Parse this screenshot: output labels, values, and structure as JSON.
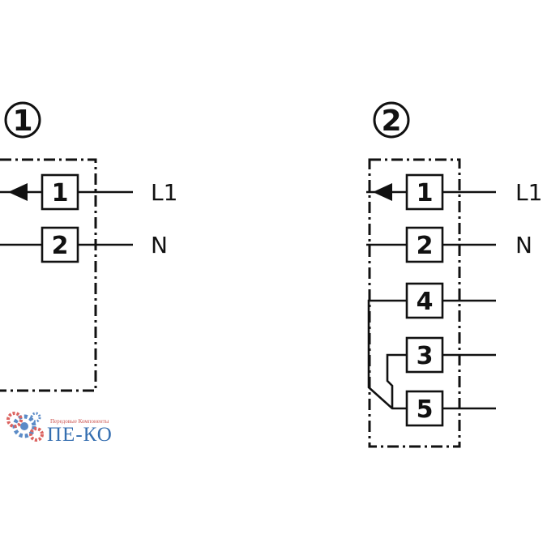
{
  "diagram_1": {
    "number": "1",
    "terminals": [
      {
        "label": "1",
        "signal": "L1"
      },
      {
        "label": "2",
        "signal": "N"
      }
    ]
  },
  "diagram_2": {
    "number": "2",
    "terminals": [
      {
        "label": "1",
        "signal": "L1"
      },
      {
        "label": "2",
        "signal": "N"
      },
      {
        "label": "4",
        "signal": ""
      },
      {
        "label": "3",
        "signal": ""
      },
      {
        "label": "5",
        "signal": ""
      }
    ]
  },
  "watermark": {
    "tagline": "Передовые Компоненты",
    "brand": "ПЕ-КО",
    "colors": {
      "gear_red": "#d9534f",
      "gear_blue": "#4a7fc1",
      "text_blue": "#1f5fa8"
    }
  }
}
